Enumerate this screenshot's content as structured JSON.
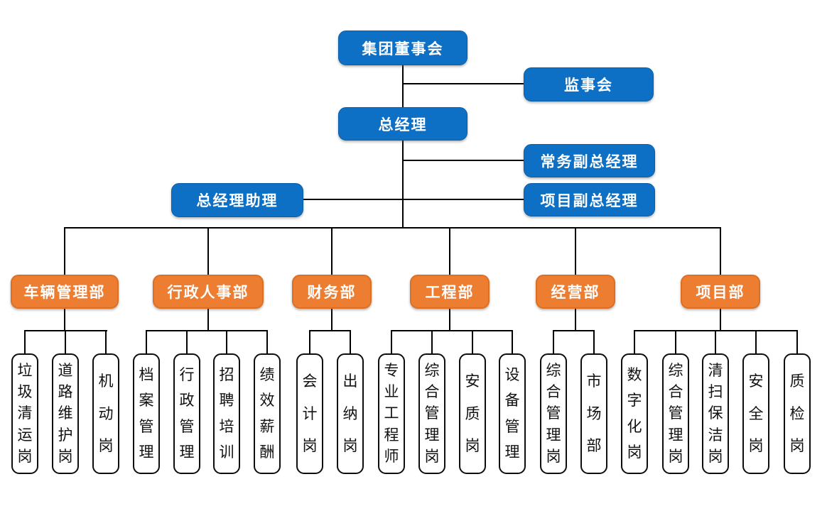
{
  "colors": {
    "management_blue": "#0d70c4",
    "department_orange": "#ed7d31",
    "leaf_border_black": "#0d0d0d",
    "line_black": "#000000",
    "background_white": "#ffffff"
  },
  "nodes": {
    "board": {
      "label": "集团董事会"
    },
    "supervisory_board": {
      "label": "监事会"
    },
    "general_manager": {
      "label": "总经理"
    },
    "executive_deputy_gm": {
      "label": "常务副总经理"
    },
    "project_deputy_gm": {
      "label": "项目副总经理"
    },
    "gm_assistant": {
      "label": "总经理助理"
    }
  },
  "departments": [
    {
      "label": "车辆管理部",
      "children": [
        "垃圾清运岗",
        "道路维护岗",
        "机动岗"
      ]
    },
    {
      "label": "行政人事部",
      "children": [
        "档案管理",
        "行政管理",
        "招聘培训",
        "绩效薪酬"
      ]
    },
    {
      "label": "财务部",
      "children": [
        "会计岗",
        "出纳岗"
      ]
    },
    {
      "label": "工程部",
      "children": [
        "专业工程师",
        "综合管理岗",
        "安质岗",
        "设备管理"
      ]
    },
    {
      "label": "经营部",
      "children": [
        "综合管理岗",
        "市场部"
      ]
    },
    {
      "label": "项目部",
      "children": [
        "数字化岗",
        "综合管理岗",
        "清扫保洁岗",
        "安全岗",
        "质检岗"
      ]
    }
  ]
}
